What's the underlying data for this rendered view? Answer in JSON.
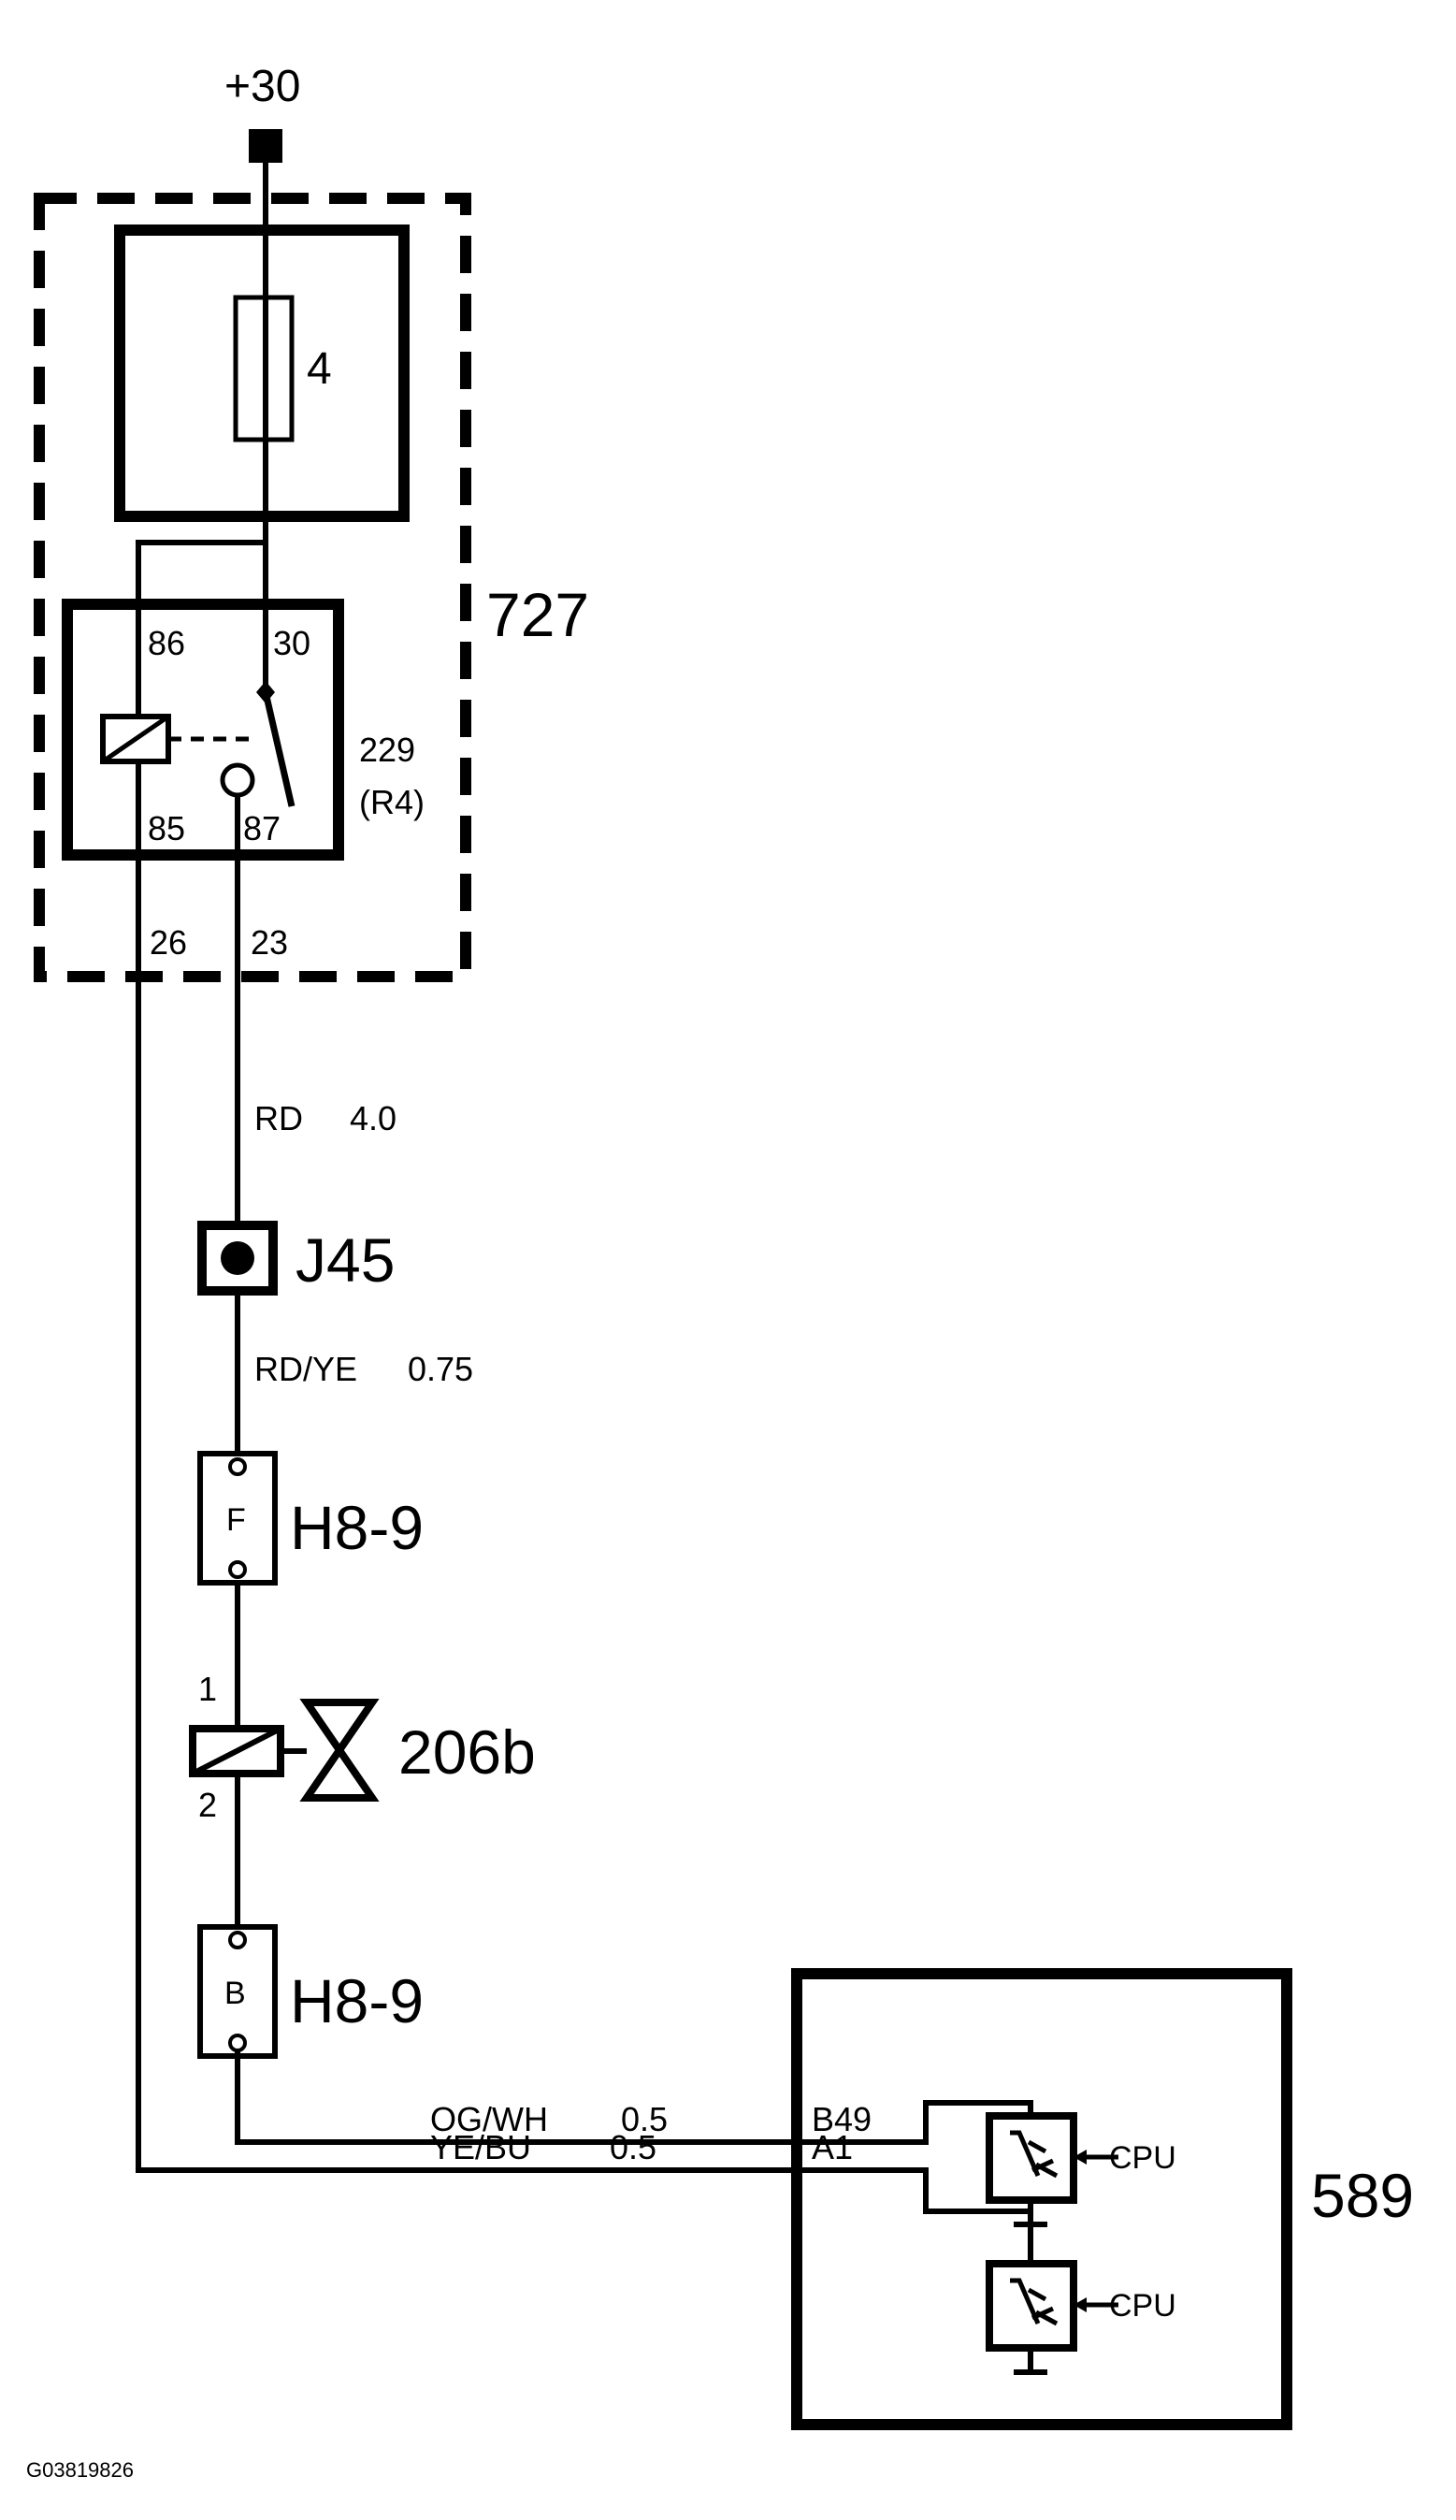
{
  "supply": "+30",
  "fuse": {
    "number": "4"
  },
  "fuse_relay_box": {
    "id": "727"
  },
  "relay": {
    "id": "229",
    "sub_id": "(R4)",
    "pins": {
      "p86": "86",
      "p30": "30",
      "p85": "85",
      "p87": "87"
    }
  },
  "box_pins": {
    "left": "26",
    "right": "23"
  },
  "wires": {
    "w1": {
      "color": "RD",
      "size": "4.0"
    },
    "w2": {
      "color": "RD/YE",
      "size": "0.75"
    },
    "w3": {
      "color": "OG/WH",
      "size": "0.5"
    },
    "w4": {
      "color": "YE/BU",
      "size": "0.5"
    }
  },
  "junction": {
    "id": "J45"
  },
  "connector_f": {
    "letter": "F",
    "id": "H8-9"
  },
  "valve": {
    "id": "206b",
    "pin1": "1",
    "pin2": "2"
  },
  "connector_b": {
    "letter": "B",
    "id": "H8-9"
  },
  "ecu": {
    "id": "589",
    "pin_b49": "B49",
    "pin_a1": "A1",
    "cpu1": "CPU",
    "cpu2": "CPU"
  },
  "figure_id": "G03819826"
}
